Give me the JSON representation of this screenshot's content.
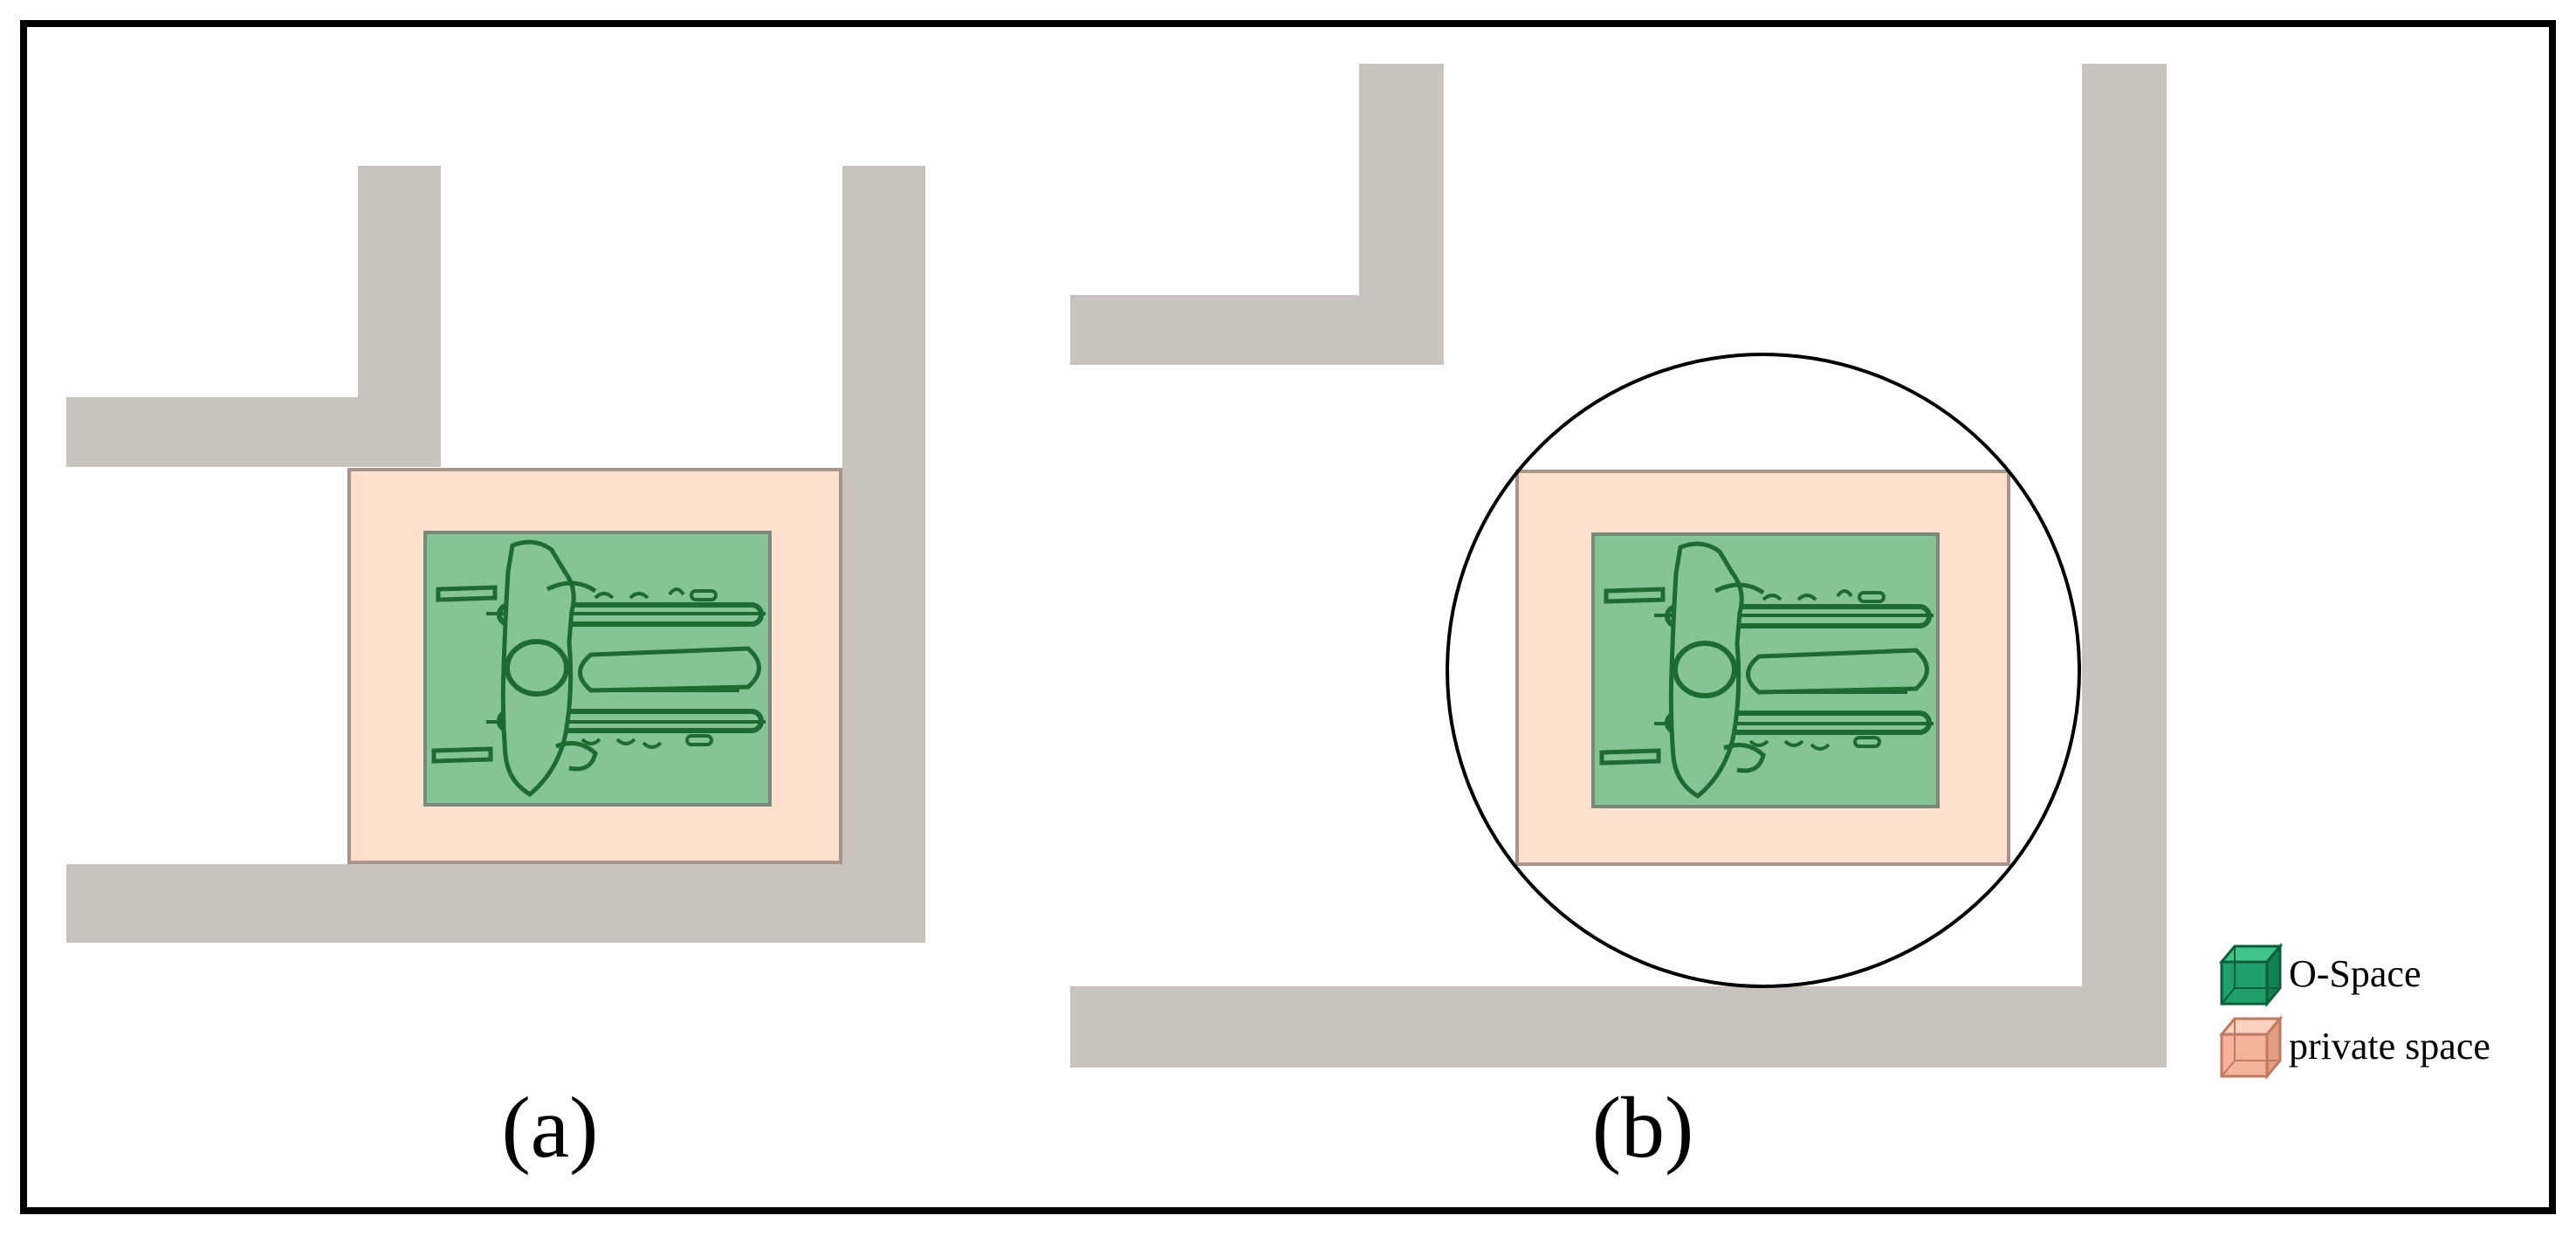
{
  "panels": [
    {
      "id": "a",
      "caption": "(a)"
    },
    {
      "id": "b",
      "caption": "(b)"
    }
  ],
  "legend": {
    "items": [
      {
        "label": "O-Space",
        "color": "#1fa06a",
        "icon": "green-cube-icon"
      },
      {
        "label": "private space",
        "color": "#f5b49a",
        "icon": "peach-cube-icon"
      }
    ]
  },
  "colors": {
    "wall": "#c8c3bd",
    "private_space_fill": "#fde0cd",
    "private_space_stroke": "#a8948a",
    "o_space_fill": "#86c495",
    "o_space_stroke": "#7a8a7a",
    "figure_stroke": "#1d6b34",
    "frame": "#000000"
  },
  "icons": {
    "wheelchair_user": "wheelchair-user-icon",
    "turning_circle": "turning-circle"
  }
}
